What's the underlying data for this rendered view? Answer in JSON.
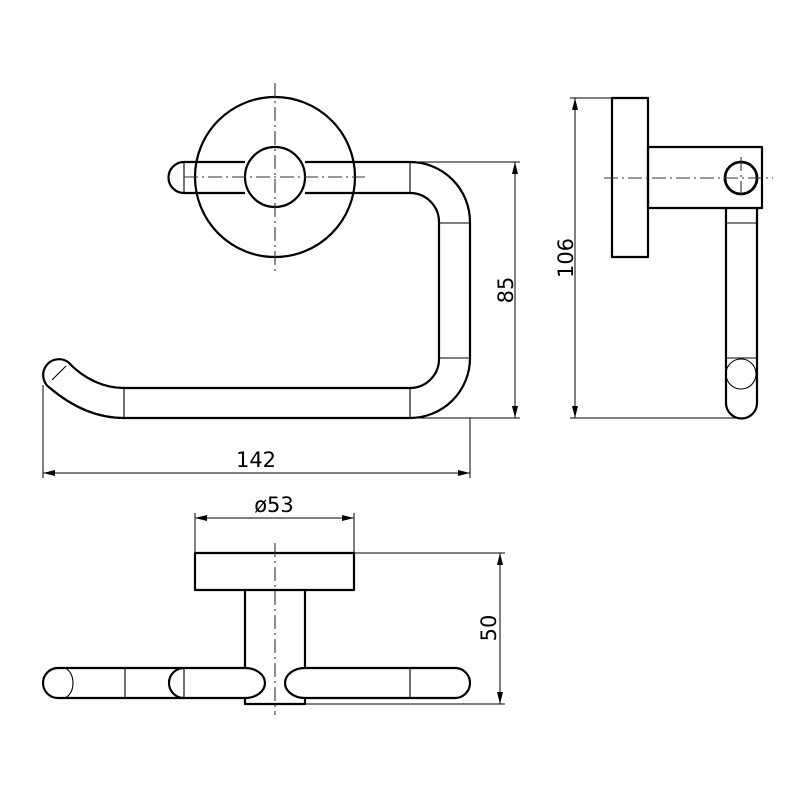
{
  "drawing": {
    "front_view": {
      "width_dim": "142",
      "height_dim": "85"
    },
    "side_view": {
      "height_dim": "106"
    },
    "top_view": {
      "diameter_dim": "ø53",
      "depth_dim": "50"
    }
  },
  "colors": {
    "line": "#000000",
    "background": "#ffffff"
  }
}
